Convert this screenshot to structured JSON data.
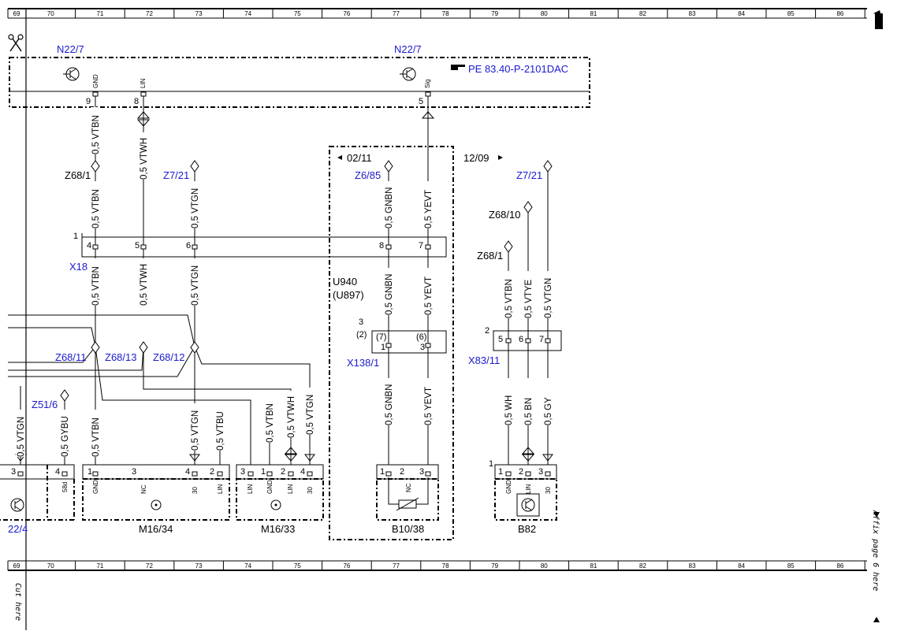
{
  "ruler": {
    "columns": [
      "69",
      "70",
      "71",
      "72",
      "73",
      "74",
      "75",
      "76",
      "77",
      "78",
      "79",
      "80",
      "81",
      "82",
      "83",
      "84",
      "85",
      "86"
    ]
  },
  "page_notes": {
    "affix": "Affix page 6 here",
    "cut": "Cut here",
    "reference": "PE 83.40-P-2101DAC"
  },
  "components": {
    "n22_7_a": "N22/7",
    "n22_7_b": "N22/7",
    "x18": "X18",
    "x138_1": "X138/1",
    "x83_11": "X83/11",
    "u940": "U940",
    "u897": "(U897)",
    "m16_34": "M16/34",
    "m16_33": "M16/33",
    "b10_38": "B10/38",
    "b82": "B82",
    "n22_4_partial": "22/4",
    "date_a": "02/11",
    "date_b": "12/09"
  },
  "splices": {
    "z68_1_a": "Z68/1",
    "z7_21_a": "Z7/21",
    "z6_85": "Z6/85",
    "z7_21_b": "Z7/21",
    "z68_10": "Z68/10",
    "z68_1_b": "Z68/1",
    "z68_11": "Z68/11",
    "z68_13": "Z68/13",
    "z68_12": "Z68/12",
    "z51_6": "Z51/6"
  },
  "wires": {
    "w1": "0,5 VTBN",
    "w2": "0,5 VTWH",
    "w3": "0,5 VTBN",
    "w4": "0,5 VTGN",
    "w5": "0,5 GNBN",
    "w6": "0,5 YEVT",
    "w7": "0,5 VTBN",
    "w8": "0,5 VTWH",
    "w9": "0,5 VTGN",
    "w10": "0,5 GNBN",
    "w11": "0,5 YEVT",
    "w12": "0,5 VTBN",
    "w13": "0,5 VTYE",
    "w14": "0,5 VTGN",
    "w15": "0,5 VTGN",
    "w16": "0,5 GYBU",
    "w17": "0,5 VTBN",
    "w18": "0,5 VTGN",
    "w19": "0,5 VTBU",
    "w20": "0,5 VTBN",
    "w21": "0,5 VTWH",
    "w22": "0,5 VTGN",
    "w23": "0,5 GNBN",
    "w24": "0,5 YEVT",
    "w25": "0,5 WH",
    "w26": "0,5 BN",
    "w27": "0,5 GY"
  },
  "pins": {
    "n22_9": "9",
    "n22_8": "8",
    "n22_5": "5",
    "n22_gnd": "GND",
    "n22_lin": "LIN",
    "n22_sig": "Sig",
    "x18_1": "1",
    "x18_4": "4",
    "x18_5": "5",
    "x18_6": "6",
    "x18_8": "8",
    "x18_7": "7",
    "x138_3": "3",
    "x138_2": "(2)",
    "x138_7": "(7)",
    "x138_6": "(6)",
    "x138_p1": "1",
    "x138_p3": "3",
    "x83_2": "2",
    "x83_5": "5",
    "x83_6": "6",
    "x83_7": "7",
    "left_3": "3",
    "left_4": "4",
    "left_58d": "58d",
    "m34_1": "1",
    "m34_3": "3",
    "m34_4": "4",
    "m34_2": "2",
    "m34_gnd": "GND",
    "m34_nc": "NC",
    "m34_30": "30",
    "m34_lin": "LIN",
    "m33_3": "3",
    "m33_1": "1",
    "m33_2": "2",
    "m33_4": "4",
    "m33_lin": "LIN",
    "m33_gnd": "GND",
    "m33_lin2": "LIN",
    "m33_30": "30",
    "b10_1": "1",
    "b10_2": "2",
    "b10_3": "3",
    "b10_nc": "NC",
    "b82_top": "1",
    "b82_1": "1",
    "b82_2": "2",
    "b82_3": "3",
    "b82_gnd": "GND",
    "b82_lin": "LIN",
    "b82_30": "30"
  }
}
